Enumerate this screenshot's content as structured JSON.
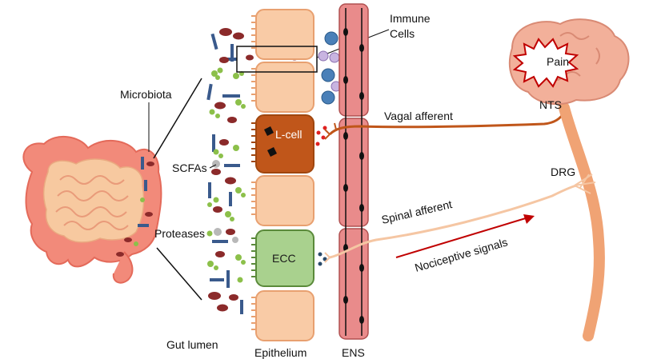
{
  "labels": {
    "immune_cells_line1": "Immune",
    "immune_cells_line2": "Cells",
    "microbiota": "Microbiota",
    "scfas": "SCFAs",
    "proteases": "Proteases",
    "gut_lumen": "Gut lumen",
    "epithelium": "Epithelium",
    "ens": "ENS",
    "l_cell": "L-cell",
    "ecc": "ECC",
    "vagal_afferent": "Vagal afferent",
    "spinal_afferent": "Spinal afferent",
    "nociceptive_signals": "Nociceptive signals",
    "nts": "NTS",
    "drg": "DRG",
    "pain": "Pain"
  },
  "colors": {
    "colon": "#f28a7a",
    "colon_inner": "#f7c9a0",
    "epithelium_cell": "#f9cba6",
    "epithelium_border": "#e8a070",
    "l_cell": "#c0561a",
    "ecc_cell": "#a9d18e",
    "ecc_border": "#5a8a3a",
    "ens_band": "#e98b8b",
    "vagal_afferent": "#c0561a",
    "spinal_afferent": "#f5c6a3",
    "spinal_cord": "#f0a374",
    "arrow": "#c00000",
    "brain": "#f2b09a",
    "microbe_rod": "#3a5a8c",
    "microbe_oval": "#8b2a2a",
    "microbe_green": "#8cc04a",
    "immune_cell": "#4a80b8",
    "immune_cell_light": "#c8b4e0"
  }
}
